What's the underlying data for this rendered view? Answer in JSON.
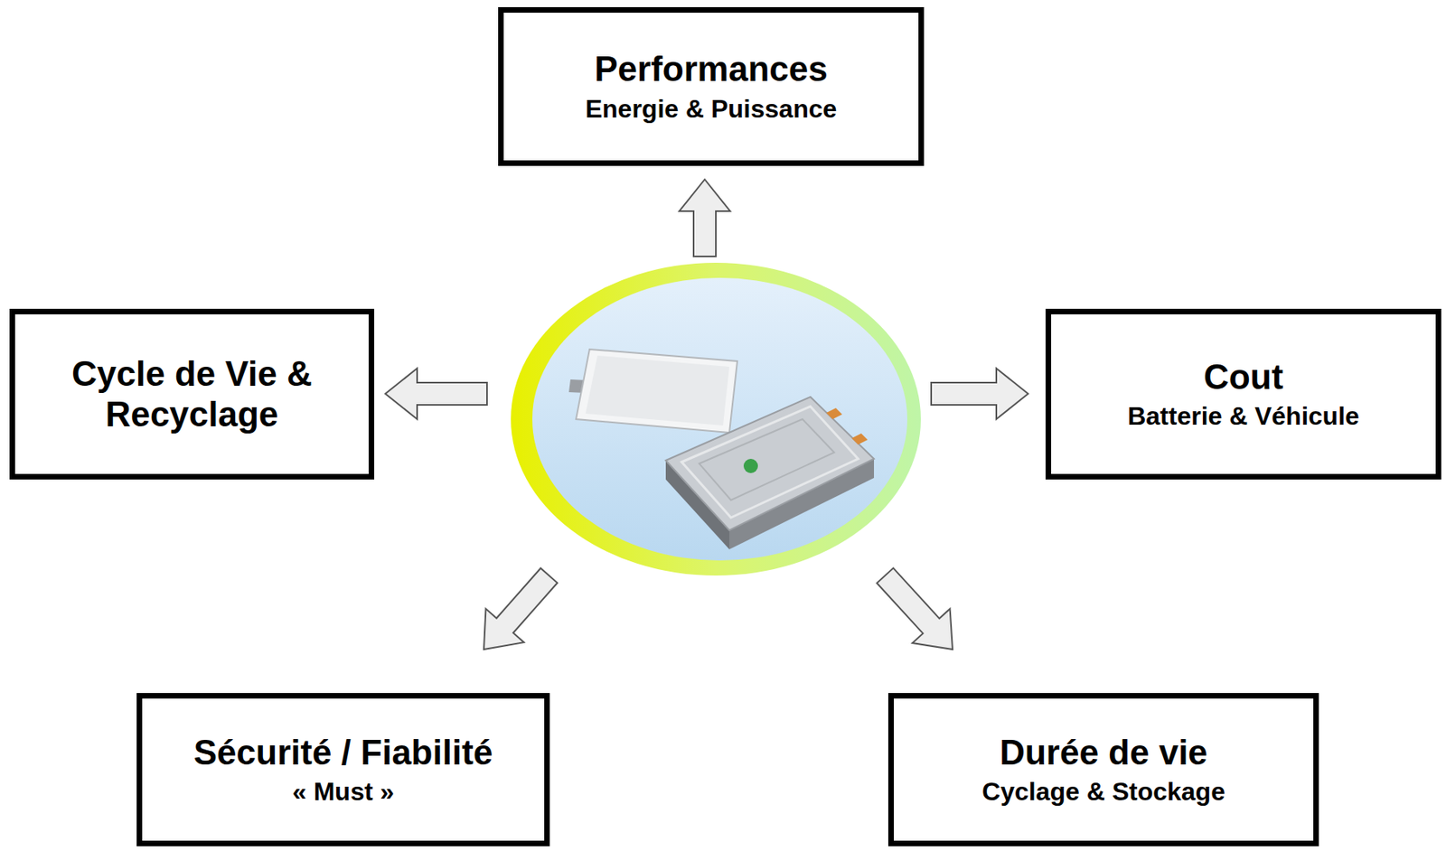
{
  "diagram": {
    "nodes": [
      {
        "text": [
          "Performances",
          "Energie & Puissance"
        ]
      },
      {
        "text": [
          "Cycle de Vie & Recyclage"
        ]
      },
      {
        "text": [
          "Cout",
          "Batterie & Véhicule"
        ]
      },
      {
        "text": [
          "Sécurité / Fiabilité",
          "« Must »"
        ]
      },
      {
        "text": [
          "Durée de vie",
          "Cyclage & Stockage"
        ]
      }
    ]
  }
}
